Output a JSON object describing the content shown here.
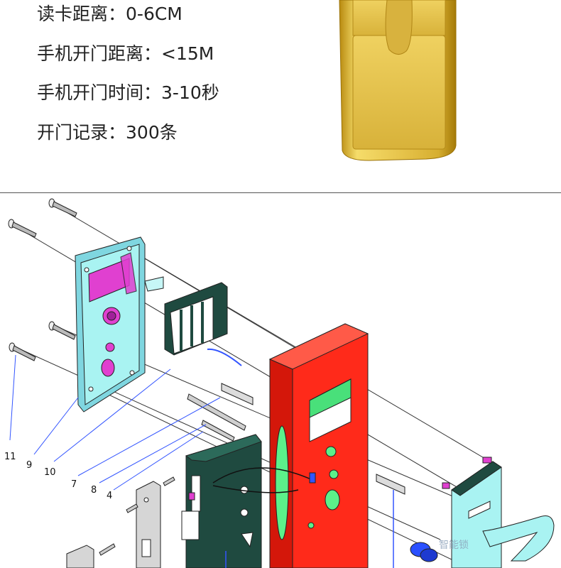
{
  "specs": [
    {
      "label": "读卡距离：",
      "value": "0-6CM"
    },
    {
      "label": "手机开门距离：",
      "value": "<15M"
    },
    {
      "label": "手机开门时间：",
      "value": "3-10秒"
    },
    {
      "label": "开门记录：",
      "value": "300条"
    }
  ],
  "callouts": [
    "11",
    "9",
    "10",
    "7",
    "8",
    "4"
  ],
  "watermark": "智能锁",
  "colors": {
    "gold": "#e6c24a",
    "panel_cyan": "#9ef0ee",
    "panel_magenta": "#e040d0",
    "body_red": "#ff2a1a",
    "dark_green": "#1f4a40",
    "light_green": "#5cf08a",
    "silver": "#d6d6d6"
  }
}
